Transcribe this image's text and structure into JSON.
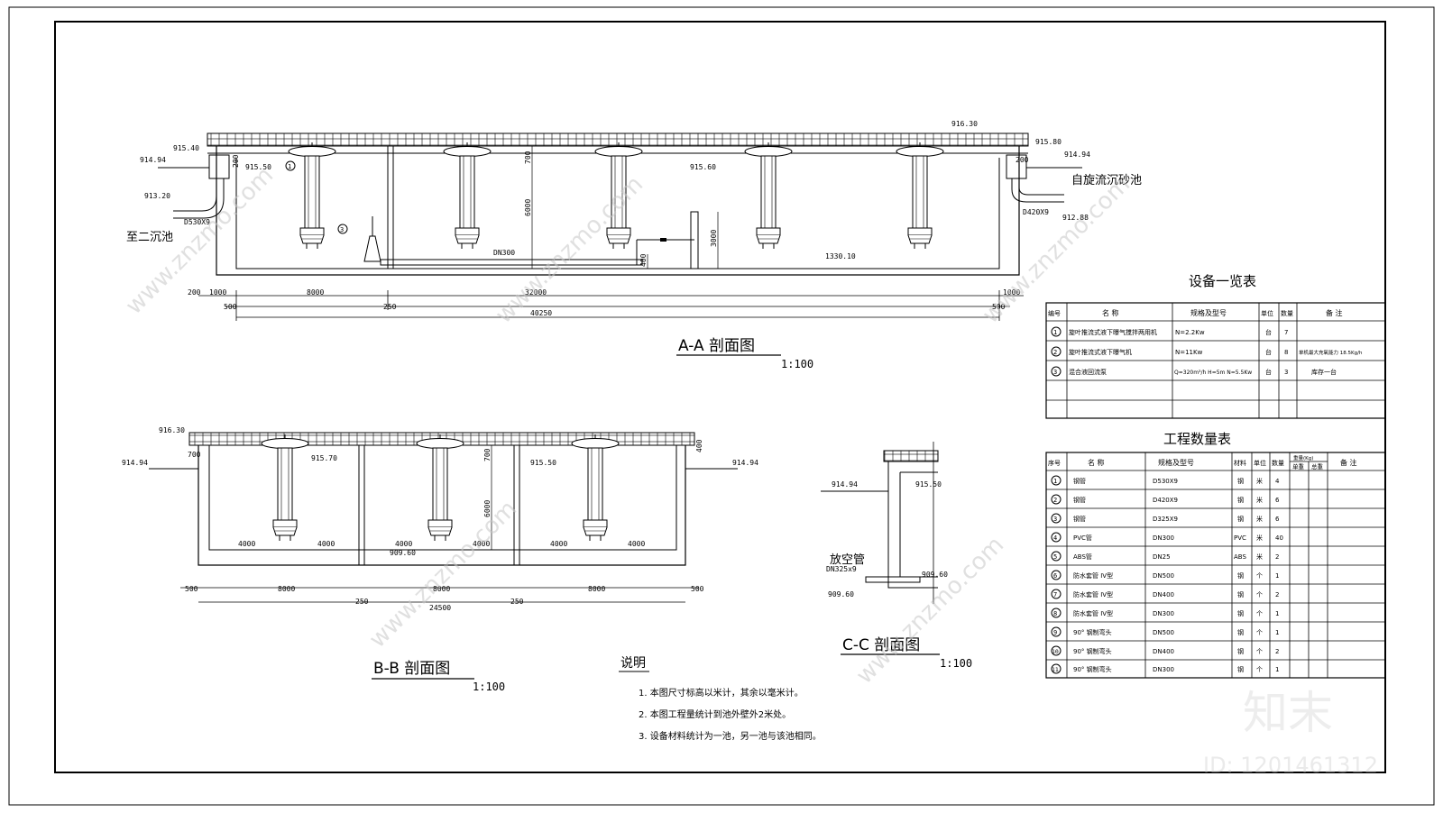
{
  "aa": {
    "title": "A-A 剖面图",
    "scale": "1:100",
    "levels": {
      "l91630": "916.30",
      "l91540": "915.40",
      "l91494L": "914.94",
      "l91320": "913.20",
      "l91550": "915.50",
      "l91560": "915.60",
      "l91580": "915.80",
      "l91494R": "914.94",
      "l91288": "912.88",
      "l133010": "1330.10"
    },
    "pipes": {
      "left": "D530X9",
      "right": "D420X9",
      "main": "DN300"
    },
    "labels": {
      "to_secondary": "至二沉池",
      "grit": "自旋流沉砂池"
    },
    "dims": {
      "d700": "700",
      "d6000": "6000",
      "d3000": "3000",
      "d400": "400",
      "d200L": "200",
      "d200R": "200",
      "d200b": "200",
      "d1000L": "1000",
      "d1000R": "1000",
      "d8000": "8000",
      "d32000": "32000",
      "d500L": "500",
      "d250": "250",
      "d500R": "500",
      "d40250": "40250"
    },
    "items": {
      "n1": "1",
      "n3": "3"
    }
  },
  "bb": {
    "title": "B-B 剖面图",
    "scale": "1:100",
    "levels": {
      "l91630": "916.30",
      "l91494L": "914.94",
      "l91570": "915.70",
      "l91550": "915.50",
      "l91494R": "914.94",
      "l90960": "909.60"
    },
    "dims": {
      "d700a": "700",
      "d700b": "700",
      "d400": "400",
      "d6000": "6000",
      "d4000a": "4000",
      "d4000b": "4000",
      "d4000c": "4000",
      "d4000d": "4000",
      "d4000e": "4000",
      "d4000f": "4000",
      "d500L": "500",
      "d8000a": "8000",
      "d250a": "250",
      "d8000b": "8000",
      "d250b": "250",
      "d8000c": "8000",
      "d500R": "500",
      "d24500": "24500"
    }
  },
  "cc": {
    "title": "C-C 剖面图",
    "scale": "1:100",
    "levels": {
      "l91494": "914.94",
      "l91550": "915.50",
      "l90960a": "909.60",
      "l90960b": "909.60"
    },
    "labels": {
      "drain": "放空管",
      "drain_spec": "DN325x9"
    }
  },
  "notes": {
    "title": "说明",
    "items": [
      "1. 本图尺寸标高以米计，其余以毫米计。",
      "2. 本图工程量统计到池外壁外2米处。",
      "3. 设备材料统计为一池，另一池与该池相同。"
    ]
  },
  "equipment_table": {
    "title": "设备一览表",
    "headers": [
      "编号",
      "名    称",
      "规格及型号",
      "单位",
      "数量",
      "备    注"
    ],
    "rows": [
      [
        "1",
        "旋叶推流式液下曝气搅拌两用机",
        "N=2.2Kw",
        "台",
        "7",
        ""
      ],
      [
        "2",
        "旋叶推流式液下曝气机",
        "N=11Kw",
        "台",
        "8",
        "单机最大充氧能力 18.5Kg/h"
      ],
      [
        "3",
        "混合液回流泵",
        "Q=320m³/h H=5m N=5.5Kw",
        "台",
        "3",
        "库存一台"
      ]
    ]
  },
  "quantity_table": {
    "title": "工程数量表",
    "headers": [
      "序号",
      "名    称",
      "规格及型号",
      "材料",
      "单位",
      "数量",
      "重量(Kg)",
      "单重",
      "总重",
      "备    注"
    ],
    "rows": [
      [
        "1",
        "钢管",
        "D530X9",
        "钢",
        "米",
        "4"
      ],
      [
        "2",
        "钢管",
        "D420X9",
        "钢",
        "米",
        "6"
      ],
      [
        "3",
        "钢管",
        "D325X9",
        "钢",
        "米",
        "6"
      ],
      [
        "4",
        "PVC管",
        "DN300",
        "PVC",
        "米",
        "40"
      ],
      [
        "5",
        "ABS管",
        "DN25",
        "ABS",
        "米",
        "2"
      ],
      [
        "6",
        "防水套管 IV型",
        "DN500",
        "钢",
        "个",
        "1"
      ],
      [
        "7",
        "防水套管 IV型",
        "DN400",
        "钢",
        "个",
        "2"
      ],
      [
        "8",
        "防水套管 IV型",
        "DN300",
        "钢",
        "个",
        "1"
      ],
      [
        "9",
        "90° 钢制弯头",
        "DN500",
        "钢",
        "个",
        "1"
      ],
      [
        "10",
        "90° 钢制弯头",
        "DN400",
        "钢",
        "个",
        "2"
      ],
      [
        "11",
        "90° 钢制弯头",
        "DN300",
        "钢",
        "个",
        "1"
      ]
    ]
  },
  "watermark": {
    "logo": "知末",
    "id": "ID: 1201461312",
    "site": "www.znzmo.com"
  }
}
